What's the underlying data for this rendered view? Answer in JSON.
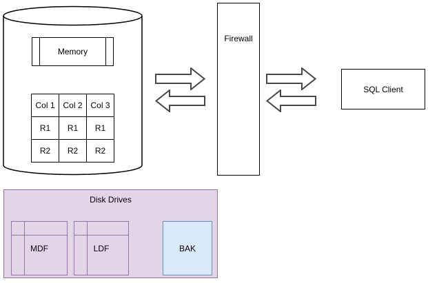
{
  "colors": {
    "purple_fill": "#E1D5E7",
    "purple_stroke": "#9673A6",
    "blue_fill": "#DAE8FC",
    "blue_stroke": "#6C8EBF",
    "shape_stroke": "#000000",
    "arrow_stroke": "#474747"
  },
  "database": {
    "memory_label": "Memory",
    "table": {
      "headers": [
        "Col 1",
        "Col 2",
        "Col 3"
      ],
      "rows": [
        [
          "R1",
          "R1",
          "R1"
        ],
        [
          "R2",
          "R2",
          "R2"
        ]
      ]
    }
  },
  "firewall": {
    "label": "Firewall"
  },
  "sql_client": {
    "label": "SQL Client"
  },
  "disk_drives": {
    "title": "Disk Drives",
    "mdf_label": "MDF",
    "ldf_label": "LDF",
    "bak_label": "BAK"
  }
}
